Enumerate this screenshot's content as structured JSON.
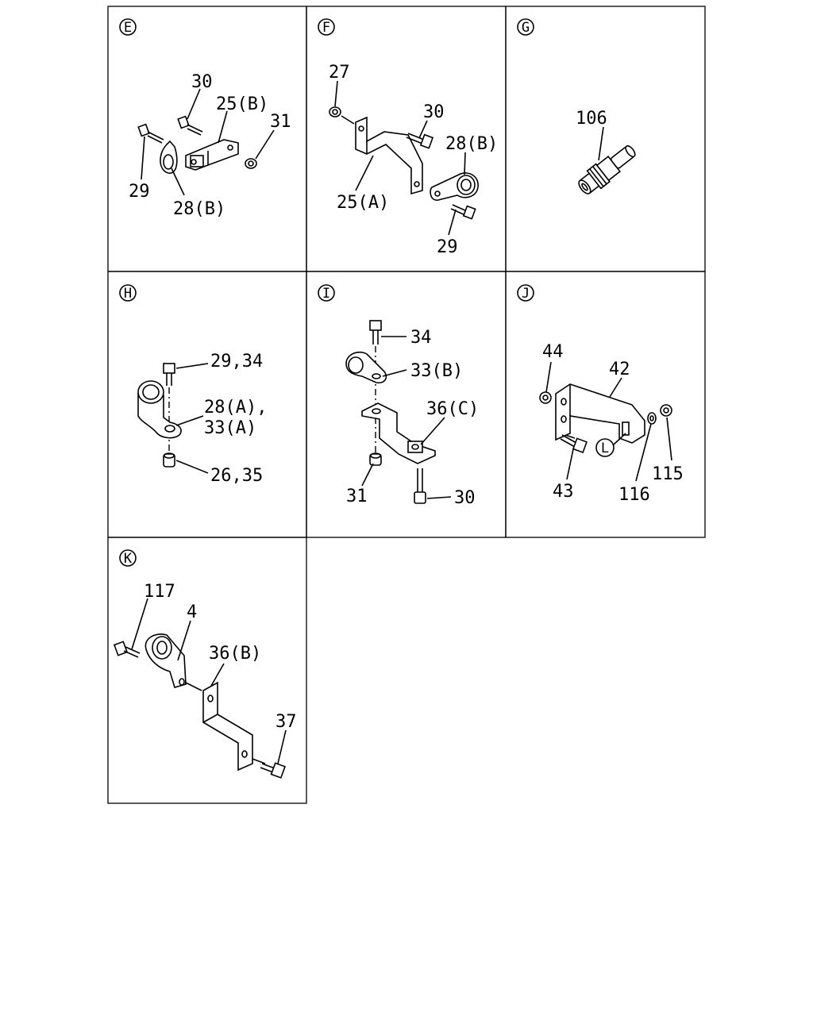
{
  "panels": [
    {
      "id": "E",
      "labels": [
        "30",
        "25(B)",
        "31",
        "29",
        "28(B)"
      ]
    },
    {
      "id": "F",
      "labels": [
        "27",
        "30",
        "28(B)",
        "25(A)",
        "29"
      ]
    },
    {
      "id": "G",
      "labels": [
        "106"
      ]
    },
    {
      "id": "H",
      "labels": [
        "29,34",
        "28(A),",
        "33(A)",
        "26,35"
      ]
    },
    {
      "id": "I",
      "labels": [
        "34",
        "33(B)",
        "36(C)",
        "31",
        "30"
      ]
    },
    {
      "id": "J",
      "labels": [
        "44",
        "42",
        "L",
        "43",
        "116",
        "115"
      ]
    },
    {
      "id": "K",
      "labels": [
        "117",
        "4",
        "36(B)",
        "37"
      ]
    }
  ]
}
